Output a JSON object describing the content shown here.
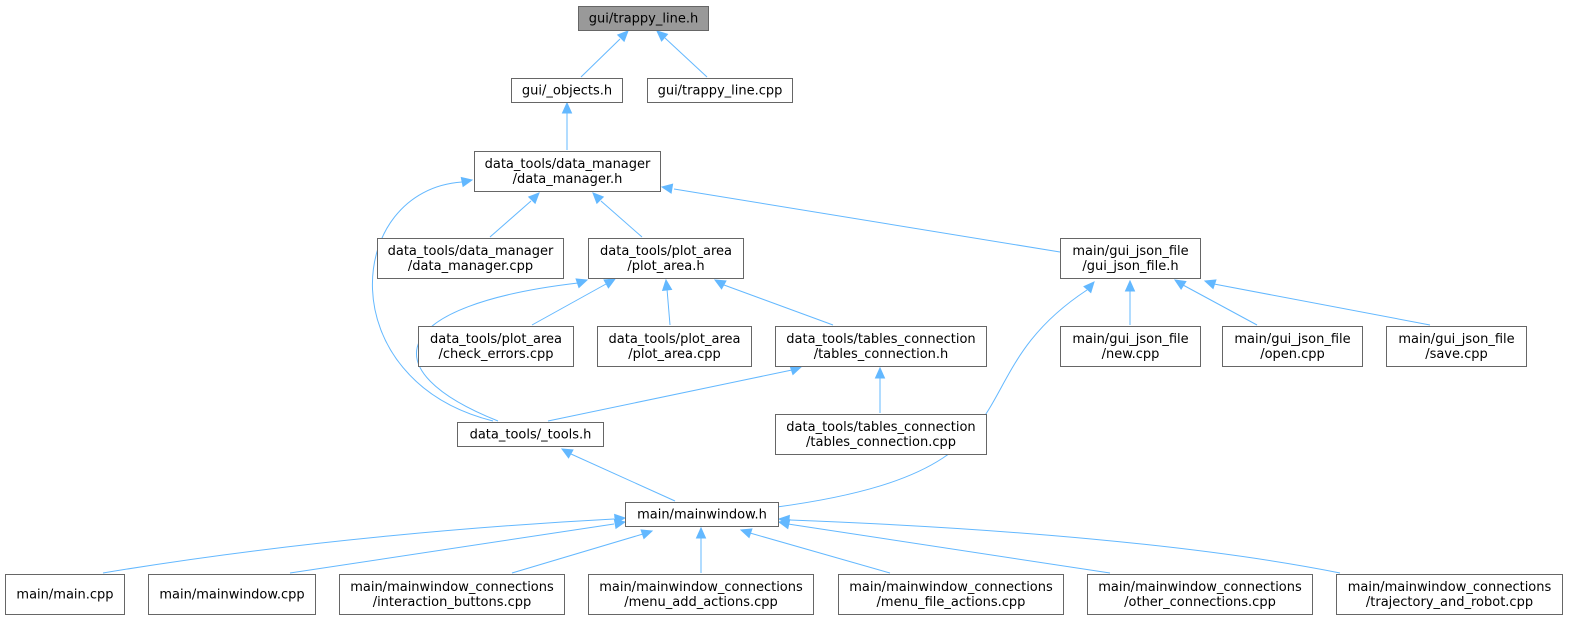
{
  "graph": {
    "colors": {
      "node_fill": "#ffffff",
      "node_stroke": "#666666",
      "root_fill": "#999999",
      "edge": "#63b8ff",
      "text": "#000000"
    },
    "nodes": [
      {
        "id": "n0",
        "lines": [
          "gui/trappy_line.h"
        ],
        "root": true
      },
      {
        "id": "n1",
        "lines": [
          "gui/_objects.h"
        ]
      },
      {
        "id": "n2",
        "lines": [
          "gui/trappy_line.cpp"
        ]
      },
      {
        "id": "n3",
        "lines": [
          "data_tools/data_manager",
          "/data_manager.h"
        ]
      },
      {
        "id": "n4",
        "lines": [
          "data_tools/data_manager",
          "/data_manager.cpp"
        ]
      },
      {
        "id": "n5",
        "lines": [
          "data_tools/plot_area",
          "/plot_area.h"
        ]
      },
      {
        "id": "n6",
        "lines": [
          "main/gui_json_file",
          "/gui_json_file.h"
        ]
      },
      {
        "id": "n7",
        "lines": [
          "data_tools/plot_area",
          "/check_errors.cpp"
        ]
      },
      {
        "id": "n8",
        "lines": [
          "data_tools/plot_area",
          "/plot_area.cpp"
        ]
      },
      {
        "id": "n9",
        "lines": [
          "data_tools/tables_connection",
          "/tables_connection.h"
        ]
      },
      {
        "id": "n10",
        "lines": [
          "main/gui_json_file",
          "/new.cpp"
        ]
      },
      {
        "id": "n11",
        "lines": [
          "main/gui_json_file",
          "/open.cpp"
        ]
      },
      {
        "id": "n12",
        "lines": [
          "main/gui_json_file",
          "/save.cpp"
        ]
      },
      {
        "id": "n13",
        "lines": [
          "data_tools/_tools.h"
        ]
      },
      {
        "id": "n14",
        "lines": [
          "data_tools/tables_connection",
          "/tables_connection.cpp"
        ]
      },
      {
        "id": "n15",
        "lines": [
          "main/mainwindow.h"
        ]
      },
      {
        "id": "n16",
        "lines": [
          "main/main.cpp"
        ]
      },
      {
        "id": "n17",
        "lines": [
          "main/mainwindow.cpp"
        ]
      },
      {
        "id": "n18",
        "lines": [
          "main/mainwindow_connections",
          "/interaction_buttons.cpp"
        ]
      },
      {
        "id": "n19",
        "lines": [
          "main/mainwindow_connections",
          "/menu_add_actions.cpp"
        ]
      },
      {
        "id": "n20",
        "lines": [
          "main/mainwindow_connections",
          "/menu_file_actions.cpp"
        ]
      },
      {
        "id": "n21",
        "lines": [
          "main/mainwindow_connections",
          "/other_connections.cpp"
        ]
      },
      {
        "id": "n22",
        "lines": [
          "main/mainwindow_connections",
          "/trajectory_and_robot.cpp"
        ]
      }
    ],
    "edges": [
      {
        "from": "n1",
        "to": "n0"
      },
      {
        "from": "n2",
        "to": "n0"
      },
      {
        "from": "n3",
        "to": "n1"
      },
      {
        "from": "n4",
        "to": "n3"
      },
      {
        "from": "n5",
        "to": "n3"
      },
      {
        "from": "n6",
        "to": "n3"
      },
      {
        "from": "n13",
        "to": "n3"
      },
      {
        "from": "n7",
        "to": "n5"
      },
      {
        "from": "n8",
        "to": "n5"
      },
      {
        "from": "n9",
        "to": "n5"
      },
      {
        "from": "n13",
        "to": "n5"
      },
      {
        "from": "n10",
        "to": "n6"
      },
      {
        "from": "n11",
        "to": "n6"
      },
      {
        "from": "n12",
        "to": "n6"
      },
      {
        "from": "n15",
        "to": "n6"
      },
      {
        "from": "n13",
        "to": "n9"
      },
      {
        "from": "n14",
        "to": "n9"
      },
      {
        "from": "n15",
        "to": "n13"
      },
      {
        "from": "n16",
        "to": "n15"
      },
      {
        "from": "n17",
        "to": "n15"
      },
      {
        "from": "n18",
        "to": "n15"
      },
      {
        "from": "n19",
        "to": "n15"
      },
      {
        "from": "n20",
        "to": "n15"
      },
      {
        "from": "n21",
        "to": "n15"
      },
      {
        "from": "n22",
        "to": "n15"
      }
    ]
  }
}
